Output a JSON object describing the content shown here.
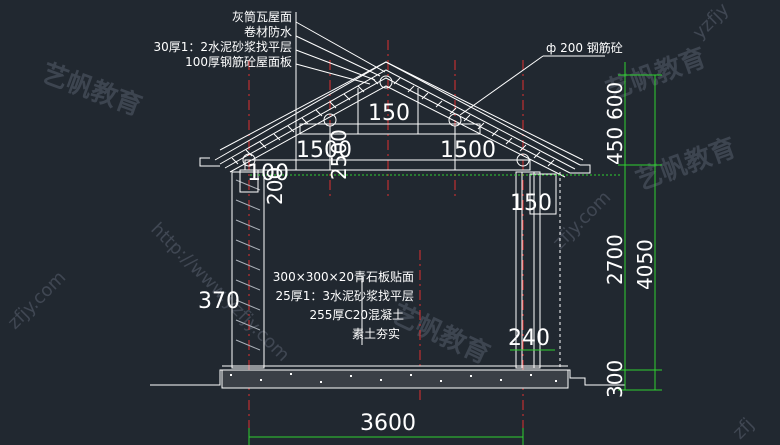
{
  "roof_layers": {
    "l1": "灰筒瓦屋面",
    "l2": "卷材防水",
    "l3": "30厚1：2水泥砂浆找平层",
    "l4": "100厚钢筋砼屋面板"
  },
  "rebar_note": "ф 200  钢筋砼",
  "floor_layers": {
    "l1": "300×300×20青石板贴面",
    "l2": "25厚1：3水泥砂浆找平层",
    "l3": "255厚C20混凝土",
    "l4": "素土夯实"
  },
  "dims": {
    "width_3600": "3600",
    "wall_370": "370",
    "wall_240": "240",
    "top_150": "150",
    "left_1500": "1500",
    "right_1500": "1500",
    "mid_150": "150",
    "d_100": "100",
    "d_200": "200",
    "d_2500": "2500",
    "r_450": "450",
    "r_600": "600",
    "r_4050": "4050",
    "r_2700": "2700",
    "r_300": "300"
  },
  "watermarks": {
    "url": "http://www.yzfjy.com",
    "brand": "艺帆教育",
    "frag1": "yzfjy",
    "frag2": "zfjy.com",
    "frag3": "zfj"
  },
  "colors": {
    "background": "#212830",
    "line": "#ffffff",
    "axis": "#e03030",
    "dimension": "#2fd12f"
  }
}
